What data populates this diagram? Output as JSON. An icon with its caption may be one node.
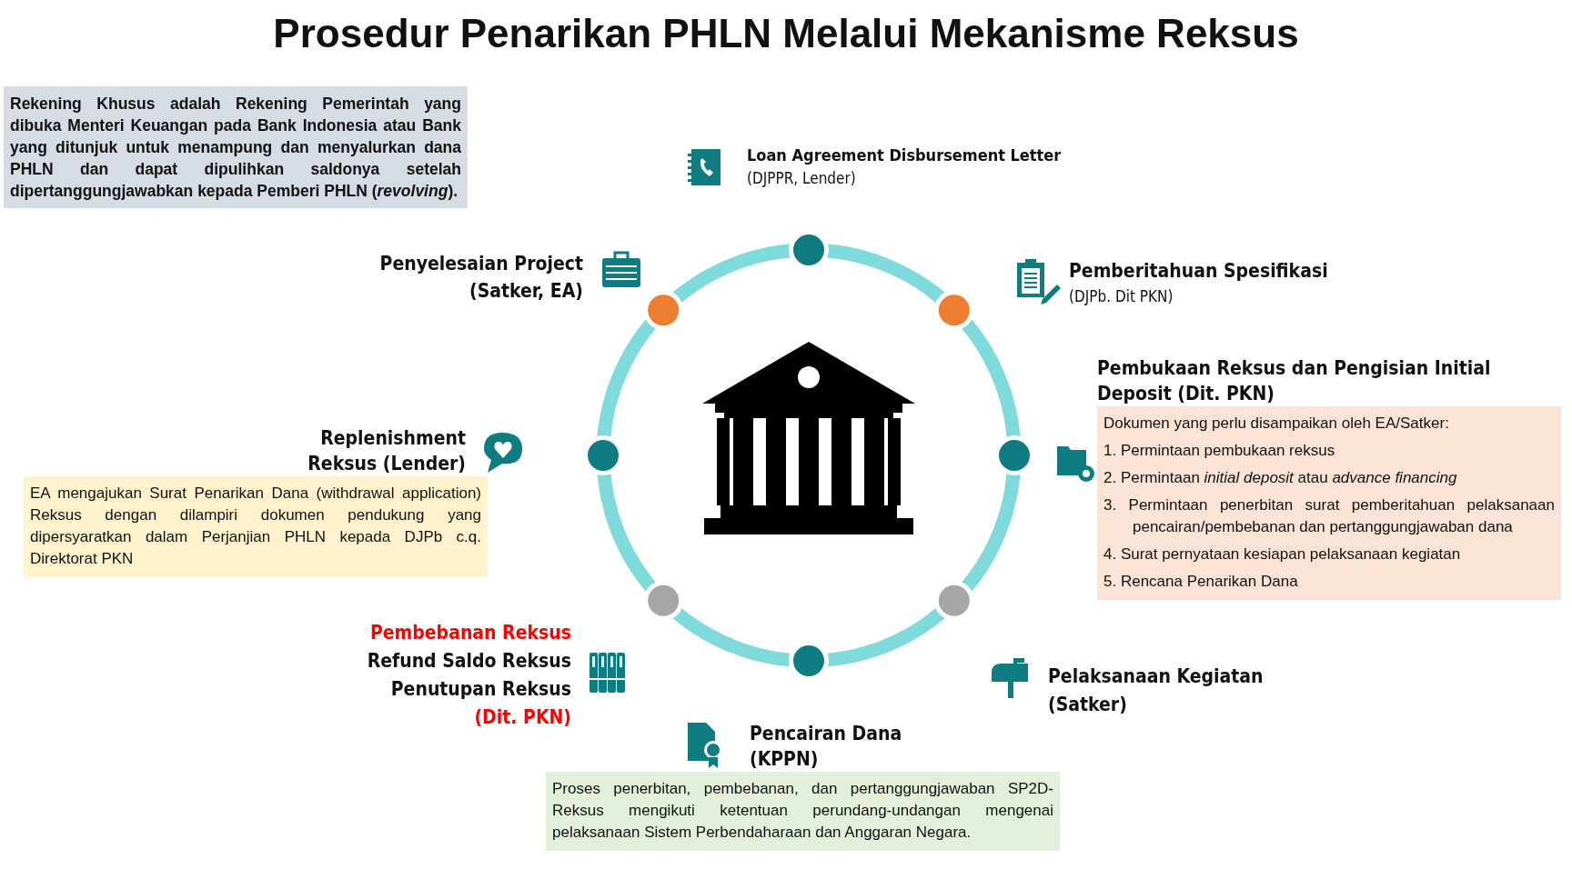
{
  "diagram": {
    "title": "Prosedur Penarikan PHLN Melalui Mekanisme Reksus",
    "nodes": [
      {
        "text": [
          "Rekening Khusus adalah Rekening Pemerintah yang dibuka Menteri Keuangan pada Bank Indonesia atau Bank yang ditunjuk untuk menampung dan menyalurkan dana PHLN dan dapat dipulihkan saldonya setelah dipertanggungjawabkan kepada Pemberi PHLN (*revolving*)."
        ]
      },
      {
        "text": [
          "Pembukaan Reksus dan Pengisian Initial Deposit (Dit. PKN)",
          "Dokumen yang perlu disampaikan oleh EA/Satker:",
          "1. Permintaan pembukaan reksus",
          "2. Permintaan *initial deposit* atau *advance financing*",
          "3. Permintaan penerbitan surat pemberitahuan pelaksanaan pencairan/pembebanan dan pertanggungjawaban dana",
          "4. Surat pernyataan kesiapan pelaksanaan kegiatan",
          "5. Rencana Penarikan Dana"
        ]
      },
      {
        "text": [
          "Replenishment Reksus (Lender)",
          "EA mengajukan Surat Penarikan Dana (withdrawal application) Reksus dengan dilampiri dokumen pendukung yang dipersyaratkan dalam Perjanjian PHLN kepada DJPb c.q. Direktorat PKN"
        ]
      },
      {
        "text": [
          "Pencairan Dana (KPPN)",
          "Proses penerbitan, pembebanan, dan pertanggungjawaban SP2D-Reksus mengikuti ketentuan perundang-undangan mengenai pelaksanaan Sistem Perbendaharaan dan Anggaran Negara."
        ]
      }
    ],
    "labels": [
      "Loan Agreement Disbursement Letter",
      "(DJPPR, Lender)",
      "Penyelesaian Project",
      "(Satker, EA)",
      "Pemberitahuan Spesifikasi",
      "(DJPb. Dit PKN)",
      "Pembebanan Reksus",
      "Refund Saldo Reksus",
      "Penutupan Reksus",
      "(Dit. PKN)",
      "Pelaksanaan Kegiatan",
      "(Satker)"
    ]
  }
}
